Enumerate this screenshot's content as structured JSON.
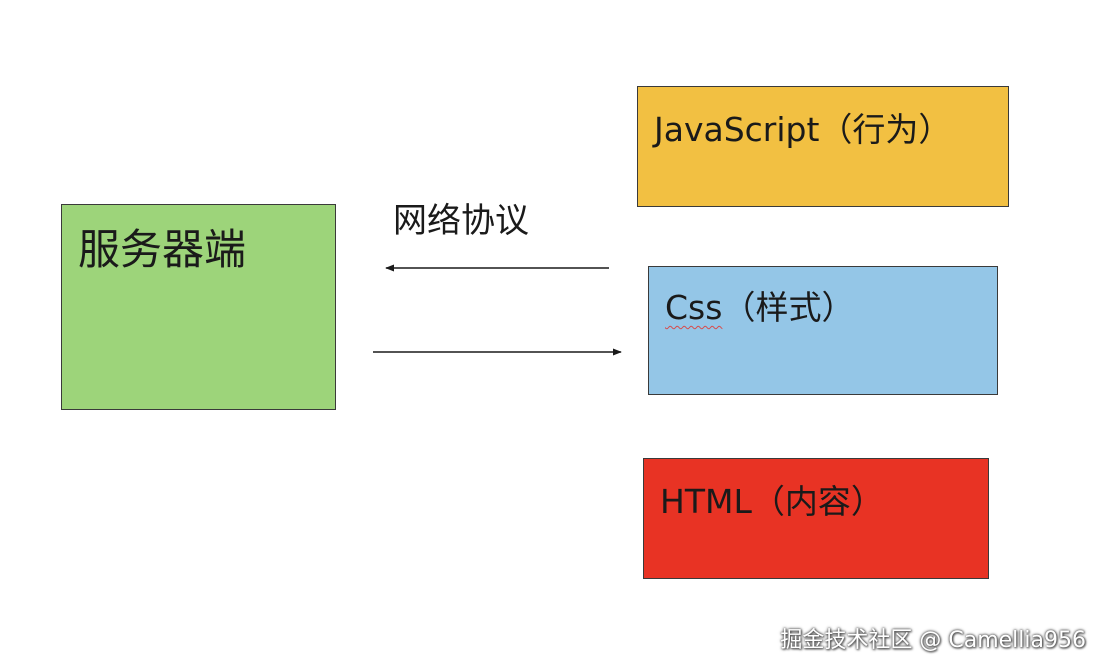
{
  "diagram": {
    "nodes": [
      {
        "id": "server",
        "label": "服务器端",
        "color": "#9dd47a"
      },
      {
        "id": "javascript",
        "label_main": "JavaScript",
        "label_paren": "（行为）",
        "color": "#f2c042"
      },
      {
        "id": "css",
        "label_main": "Css",
        "label_paren": "（样式）",
        "color": "#94c6e7"
      },
      {
        "id": "html",
        "label_main": "HTML",
        "label_paren": "（内容）",
        "color": "#e83324"
      }
    ],
    "edges": [
      {
        "from": "css",
        "to": "server"
      },
      {
        "from": "server",
        "to": "css"
      }
    ],
    "edge_label": "网络协议"
  },
  "watermark": "掘金技术社区 @ Camellia956"
}
